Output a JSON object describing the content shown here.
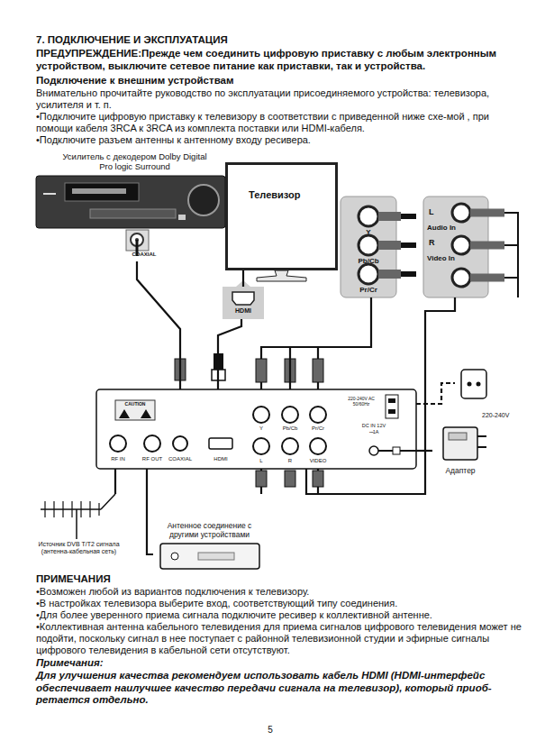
{
  "diagram": {
    "title": "7. ПОДКЛЮЧЕНИЕ И ЭКСПЛУАТАЦИЯ",
    "nodes": [
      {
        "text": [
          "Усилитель с декодером Dolby Digital Pro logic Surround",
          "COAXIAL"
        ]
      },
      {
        "text": [
          "Телевизор"
        ]
      },
      {
        "text": [
          "Y",
          "Pb/Cb",
          "Pr/Cr"
        ]
      },
      {
        "text": [
          "L",
          "Audio In",
          "R",
          "Video In"
        ]
      },
      {
        "text": [
          "HDMI"
        ]
      },
      {
        "text": [
          "CAUTION",
          "RF IN",
          "RF OUT",
          "COAXIAL",
          "HDMI",
          "Y",
          "Pb/Cb",
          "Pr/Cr",
          "L",
          "R",
          "VIDEO",
          "DC IN 12V ⎓1A",
          "220-240V AC 50/60Hz"
        ]
      },
      {
        "text": [
          "220-240V"
        ]
      },
      {
        "text": [
          "Адаптер"
        ]
      },
      {
        "text": [
          "Источник DVB T/T2 сигнала (антенна-кабельная сеть)"
        ]
      },
      {
        "text": [
          "Антенное соединение с другими устройствами"
        ]
      }
    ],
    "edges": [
      {
        "from": 5,
        "to": 0,
        "arrow": "none"
      },
      {
        "from": 5,
        "to": 4,
        "arrow": "none"
      },
      {
        "from": 4,
        "to": 1,
        "arrow": "none"
      },
      {
        "from": 5,
        "to": 2,
        "arrow": "none"
      },
      {
        "from": 5,
        "to": 3,
        "arrow": "none"
      },
      {
        "from": 5,
        "to": 6,
        "arrow": "none"
      },
      {
        "from": 5,
        "to": 7,
        "arrow": "none"
      },
      {
        "from": 8,
        "to": 5,
        "arrow": "none"
      },
      {
        "from": 5,
        "to": 9,
        "arrow": "none"
      }
    ],
    "labels": [
      "ПРЕДУПРЕЖДЕНИЕ:Прежде чем соединить цифровую приставку с любым электронным устройством, выключите сетевое питание как приставки, так и устройства.",
      "Подключение к внешним устройствам",
      "Внимательно прочитайте руководство по эксплуатации присоединяемого устройства: телевизора, усилителя и т. п.",
      "•Подключите цифровую приставку к телевизору в соответствии с приведенной ниже схе-мой , при помощи кабеля 3RCA к 3RCA из комплекта поставки или HDMI-кабеля.",
      "•Подключите разъем антенны к антенному входу ресивера.",
      "ПРИМЕЧАНИЯ",
      "•Возможен любой из вариантов подключения к телевизору.",
      "•В настройках телевизора выберите вход, соответствующий типу соединения.",
      "•Для более уверенного приема сигнала подключите ресивер к коллективной антенне.",
      "•Коллективная антенна кабельного телевидения для приема сигналов цифрового телевидения может не подойти, поскольку сигнал в нее поступает с районной телевизионной студии и эфирные сигналы цифрового телевидения в кабельной сети отсутствуют.",
      "Примечания:",
      "Для улучшения качества рекомендуем использовать кабель HDMI (HDMI-интерфейс обеспечивает наилучшее качество передачи сигнала на телевизор), который приоб-ретается отдельно.",
      "5"
    ]
  }
}
